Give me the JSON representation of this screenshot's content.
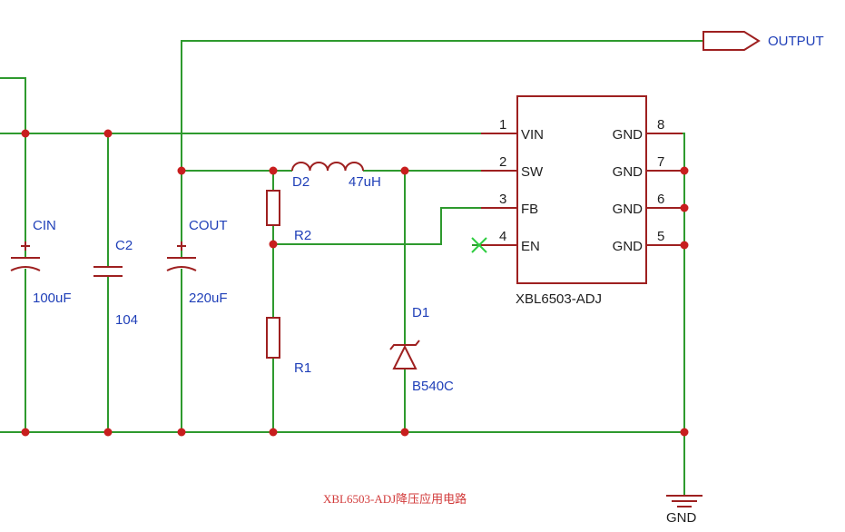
{
  "output_port": "OUTPUT",
  "gnd_label": "GND",
  "caption": "XBL6503-ADJ降压应用电路",
  "ic": {
    "name": "XBL6503-ADJ",
    "pins": [
      {
        "num": "1",
        "name": "VIN"
      },
      {
        "num": "2",
        "name": "SW"
      },
      {
        "num": "3",
        "name": "FB"
      },
      {
        "num": "4",
        "name": "EN"
      },
      {
        "num": "8",
        "name": "GND"
      },
      {
        "num": "7",
        "name": "GND"
      },
      {
        "num": "6",
        "name": "GND"
      },
      {
        "num": "5",
        "name": "GND"
      }
    ]
  },
  "components": {
    "cin": {
      "ref": "CIN",
      "value": "100uF"
    },
    "c2": {
      "ref": "C2",
      "value": "104"
    },
    "cout": {
      "ref": "COUT",
      "value": "220uF"
    },
    "d2": {
      "ref": "D2"
    },
    "inductor": {
      "value": "47uH"
    },
    "r2": {
      "ref": "R2"
    },
    "r1": {
      "ref": "R1"
    },
    "d1": {
      "ref": "D1",
      "value": "B540C"
    }
  }
}
